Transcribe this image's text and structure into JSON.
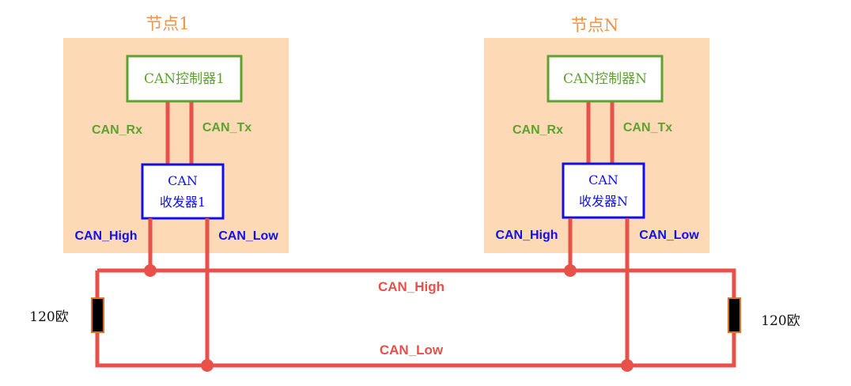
{
  "colors": {
    "node_bg": "#fdd9b5",
    "controller_border": "#5fa12f",
    "transceiver_border": "#1010ee",
    "wire": "#e8504a",
    "node_title": "#f4924a",
    "resistor_fill": "#000000",
    "resistor_border": "#e07020"
  },
  "nodes": [
    {
      "title": "节点1",
      "controller": "CAN控制器1",
      "rx_label": "CAN_Rx",
      "tx_label": "CAN_Tx",
      "transceiver_line1": "CAN",
      "transceiver_line2": "收发器1",
      "high_label": "CAN_High",
      "low_label": "CAN_Low"
    },
    {
      "title": "节点N",
      "controller": "CAN控制器N",
      "rx_label": "CAN_Rx",
      "tx_label": "CAN_Tx",
      "transceiver_line1": "CAN",
      "transceiver_line2": "收发器N",
      "high_label": "CAN_High",
      "low_label": "CAN_Low"
    }
  ],
  "bus": {
    "high_label": "CAN_High",
    "low_label": "CAN_Low"
  },
  "resistors": [
    {
      "label": "120欧"
    },
    {
      "label": "120欧"
    }
  ]
}
